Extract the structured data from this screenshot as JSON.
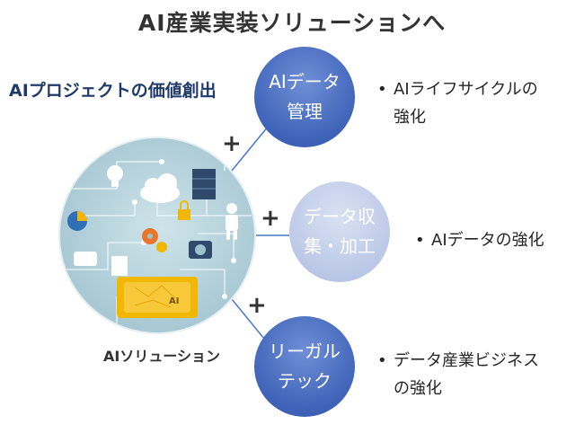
{
  "title": "AI産業実装ソリューションへ",
  "subtitle": "AIプロジェクトの価値創出",
  "center_label": "AIソリューション",
  "nodes": [
    {
      "label": "AIデータ\n管理",
      "description": "AIライフサイクルの強化"
    },
    {
      "label": "データ収\n集・加工",
      "description": "AIデータの強化"
    },
    {
      "label": "リーガル\nテック",
      "description": "データ産業ビジネスの強化"
    }
  ],
  "plus_symbol": "+",
  "bullet": "•",
  "colors": {
    "node_dark": "#3f63b8",
    "node_light": "#b9c6e6",
    "connector": "#4a78c8",
    "title_blue": "#1f3a6b"
  },
  "center_image_icons": [
    "lightbulb-icon",
    "cloud-icon",
    "server-icon",
    "padlock-icon",
    "robot-icon",
    "gear-icon",
    "camera-icon",
    "pie-chart-icon",
    "ai-chip-icon"
  ]
}
